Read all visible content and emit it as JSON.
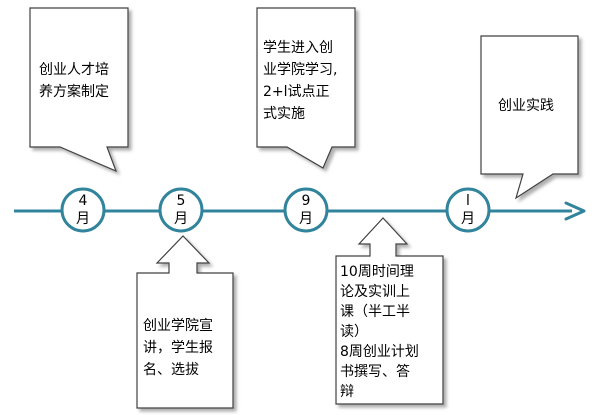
{
  "timeline": {
    "nodes": [
      {
        "label": "4\n月"
      },
      {
        "label": "5\n月"
      },
      {
        "label": "9\n月"
      },
      {
        "label": "l\n月"
      }
    ]
  },
  "callouts": {
    "top": [
      {
        "text": "创业人才培\n养方案制定"
      },
      {
        "text": "学生进入创\n业学院学习,\n2+l试点正\n式实施"
      },
      {
        "text": "创业实践"
      }
    ],
    "bottom": [
      {
        "text": "创业学院宣\n讲，学生报\n名、选拔"
      },
      {
        "text": "10周时间理\n论及实训上\n课（半工半\n读）\n8周创业计划\n书撰写、答\n辩"
      }
    ]
  },
  "colors": {
    "timeline": "#31849B",
    "node_border": "#31849B",
    "box_border": "#404040",
    "shadow": "#a6a6a6"
  }
}
